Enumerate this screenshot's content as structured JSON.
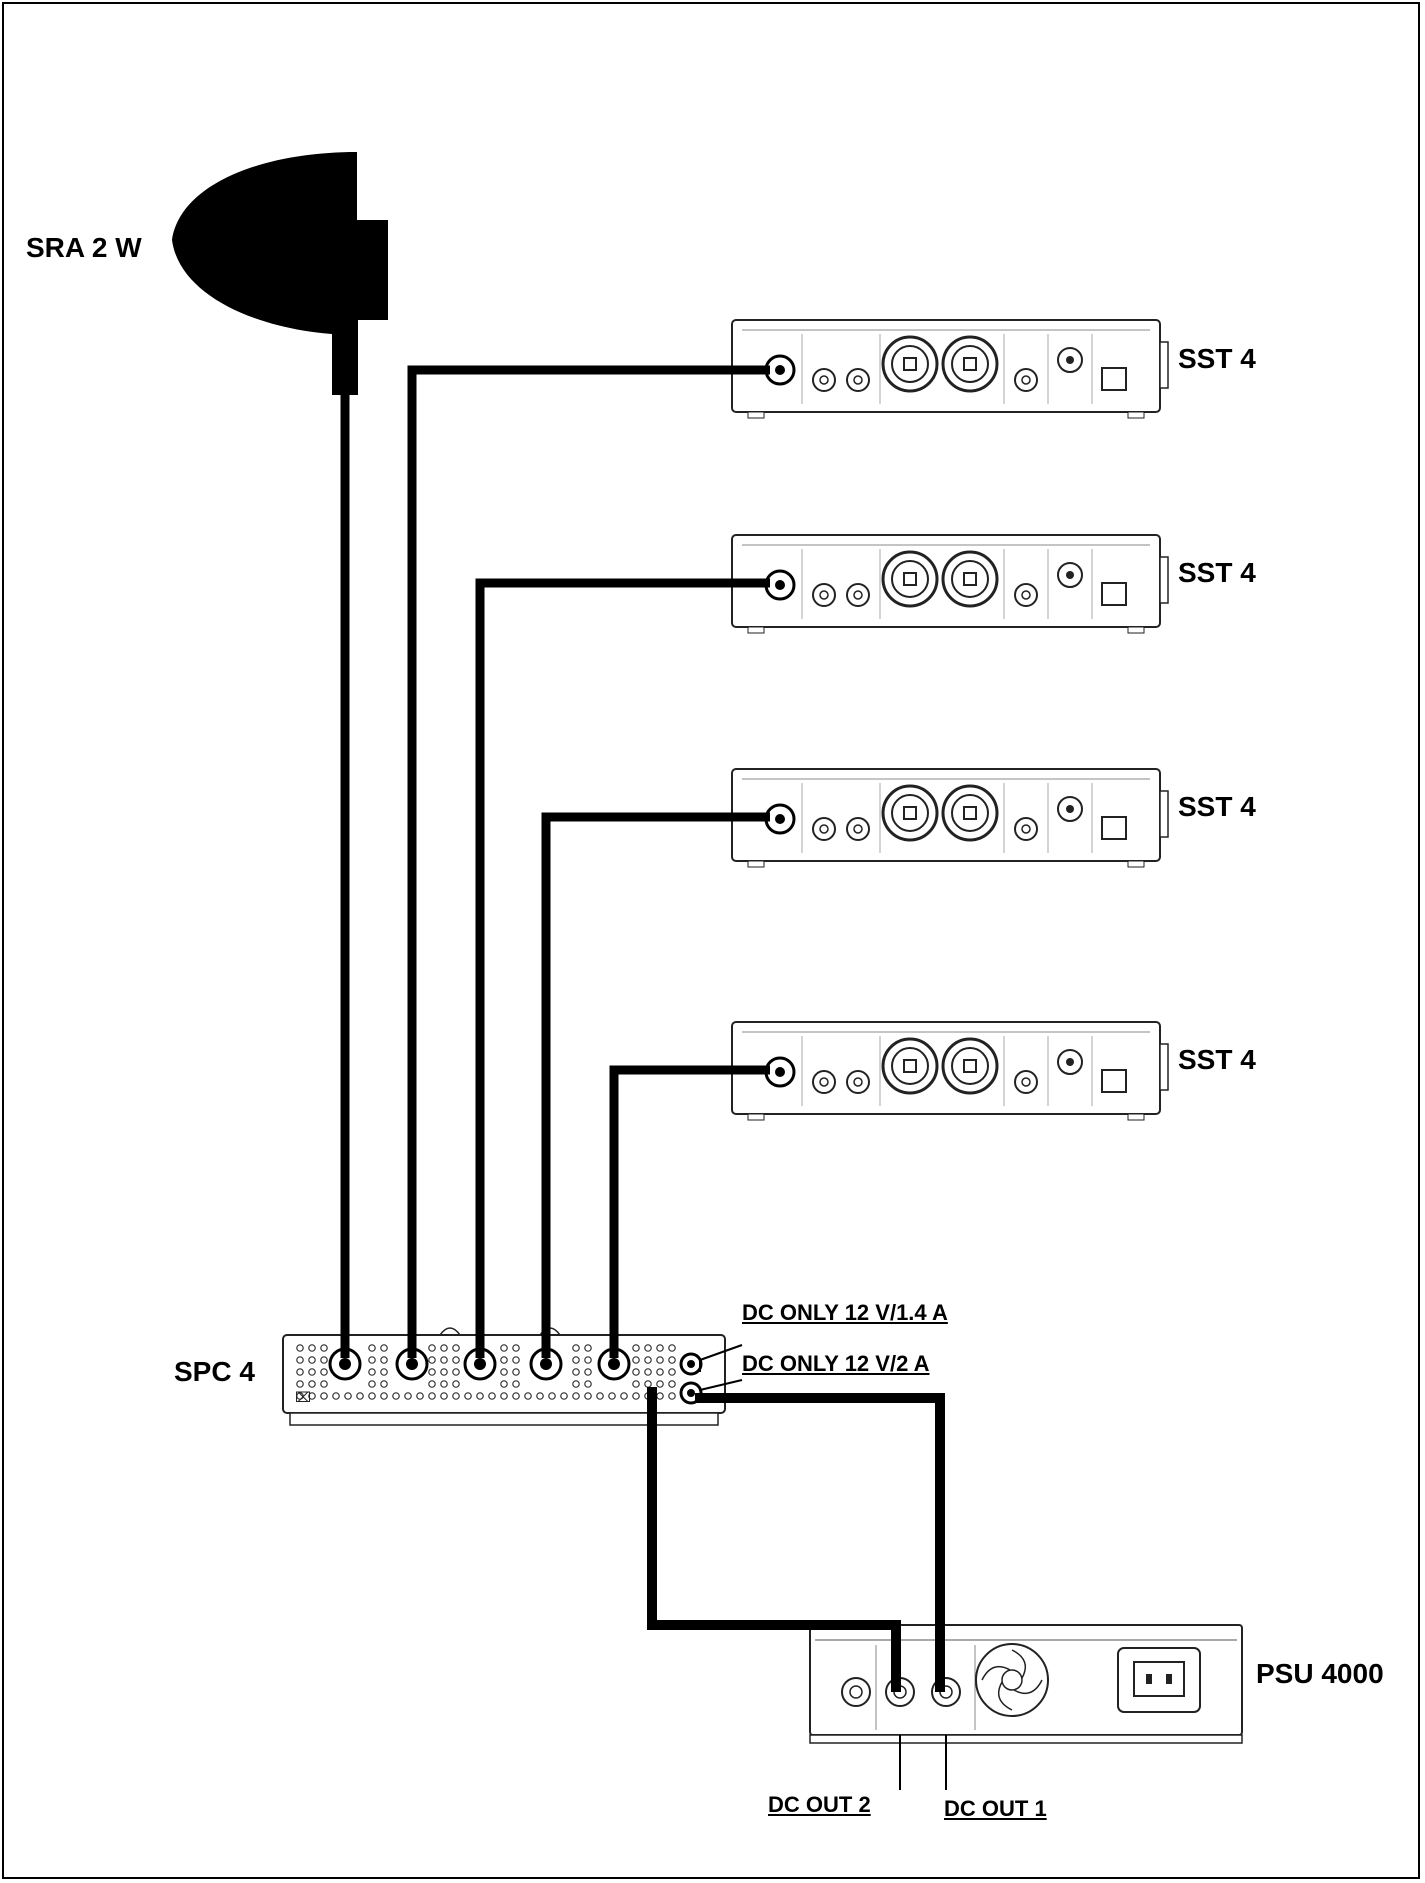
{
  "labels": {
    "antenna": "SRA 2 W",
    "receiver": "SST 4",
    "splitter": "SPC 4",
    "psu": "PSU 4000",
    "dc_in_upper": "DC ONLY 12 V/1.4 A",
    "dc_in_lower": "DC ONLY 12 V/2 A",
    "dc_out_2": "DC OUT 2",
    "dc_out_1": "DC OUT 1"
  },
  "colors": {
    "line": "#000000",
    "device_fill": "#ffffff",
    "device_stroke": "#222222"
  }
}
